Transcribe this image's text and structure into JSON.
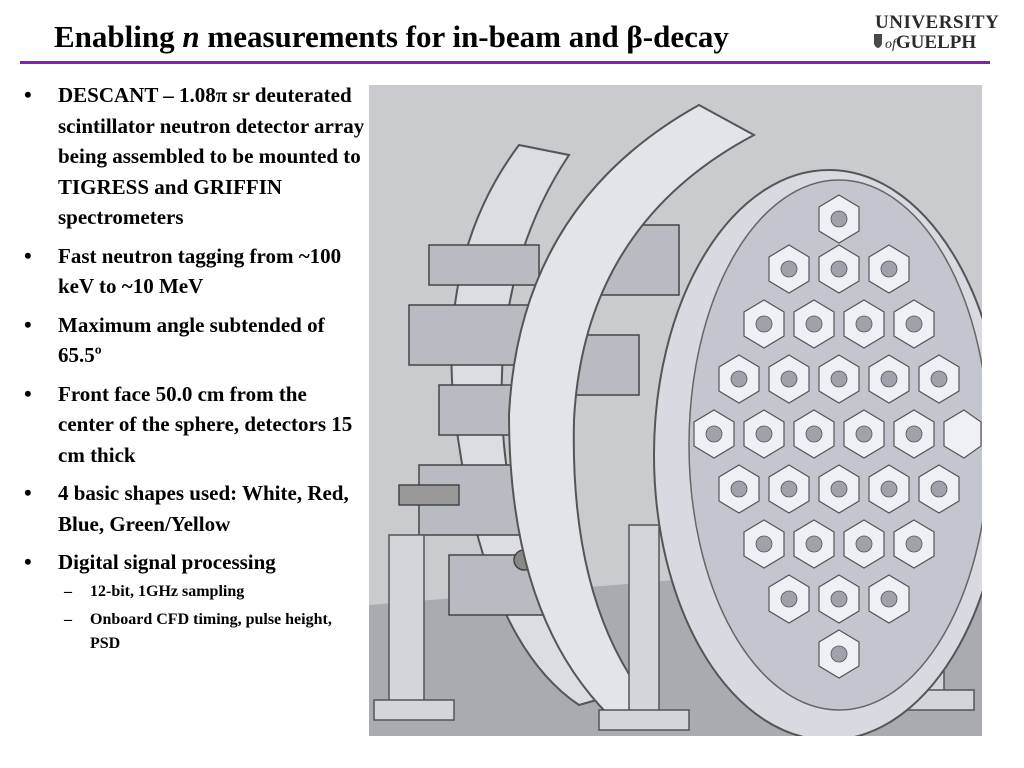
{
  "slide": {
    "title_pre": "Enabling ",
    "title_italic": "n",
    "title_post": " measurements for in-beam and β-decay"
  },
  "logo": {
    "line1": "UNIVERSITY",
    "line2_of": "of",
    "line2_name": "GUELPH"
  },
  "bullets": [
    {
      "text": "DESCANT – 1.08π sr deuterated scintillator neutron detector array being assembled to be mounted to TIGRESS and GRIFFIN spectrometers"
    },
    {
      "text": "Fast neutron tagging from ~100 keV to ~10 MeV"
    },
    {
      "text": "Maximum angle subtended of 65.5º"
    },
    {
      "text": "Front face 50.0 cm from the center of the sphere, detectors 15 cm thick"
    },
    {
      "text": "4 basic shapes used: White, Red, Blue, Green/Yellow"
    },
    {
      "text": "Digital signal processing"
    }
  ],
  "sub_bullets": [
    {
      "text": "12-bit, 1GHz sampling"
    },
    {
      "text": "Onboard CFD timing, pulse height, PSD"
    }
  ],
  "colors": {
    "rule": "#8a1fb8",
    "figure_bg": "#c7c9cc",
    "metal": "#e6e7ec"
  }
}
